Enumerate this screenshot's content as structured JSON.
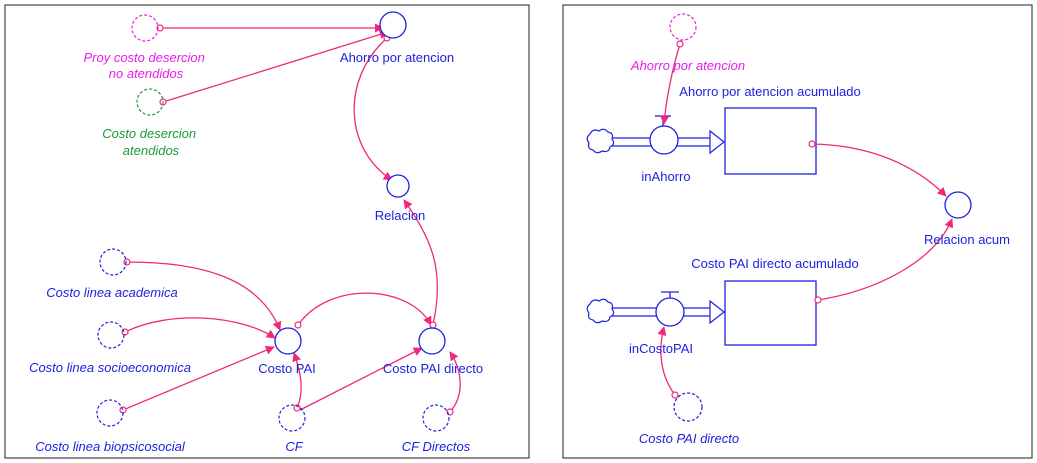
{
  "colors": {
    "blue": "#2020e0",
    "magenta": "#e81ee8",
    "green": "#1a9a3a",
    "arrow": "#f0287a",
    "panel_border": "#444444"
  },
  "left_panel": {
    "nodes": {
      "proy_costo_desercion": [
        "Proy costo desercion",
        "no atendidos"
      ],
      "costo_desercion_atendidos": [
        "Costo desercion",
        "atendidos"
      ],
      "ahorro_por_atencion": "Ahorro por atencion",
      "relacion": "Relacion",
      "costo_linea_academica": "Costo linea academica",
      "costo_linea_socioeconomica": "Costo linea socioeconomica",
      "costo_linea_biopsicosocial": "Costo linea biopsicosocial",
      "costo_pai": "Costo PAI",
      "costo_pai_directo": "Costo PAI directo",
      "cf": "CF",
      "cf_directos": "CF Directos"
    }
  },
  "right_panel": {
    "nodes": {
      "ahorro_por_atencion": "Ahorro por atencion",
      "ahorro_acumulado": "Ahorro por atencion acumulado",
      "in_ahorro": "inAhorro",
      "relacion_acum": "Relacion acum",
      "costo_pai_directo_acumulado": "Costo PAI directo acumulado",
      "in_costo_pai": "inCostoPAI",
      "costo_pai_directo": "Costo PAI directo"
    }
  }
}
